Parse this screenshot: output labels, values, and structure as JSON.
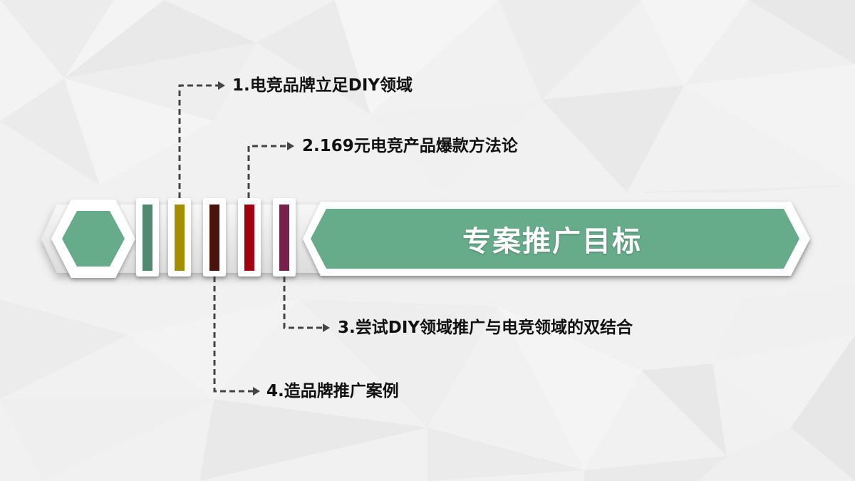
{
  "slide": {
    "title": "专案推广目标",
    "accent_color": "#66ab8a",
    "items": [
      {
        "label": "1.电竞品牌立足DIY领域",
        "bar_color": "#a58d00"
      },
      {
        "label": "2.169元电竞产品爆款方法论",
        "bar_color": "#a20010"
      },
      {
        "label": "3.尝试DIY领域推广与电竞领域的双结合",
        "bar_color": "#76204a"
      },
      {
        "label": "4.造品牌推广案例",
        "bar_color": "#4a130c"
      }
    ],
    "bars": [
      {
        "color": "#4f8a70"
      },
      {
        "color": "#a58d00"
      },
      {
        "color": "#4a130c"
      },
      {
        "color": "#a20010"
      },
      {
        "color": "#76204a"
      }
    ]
  }
}
